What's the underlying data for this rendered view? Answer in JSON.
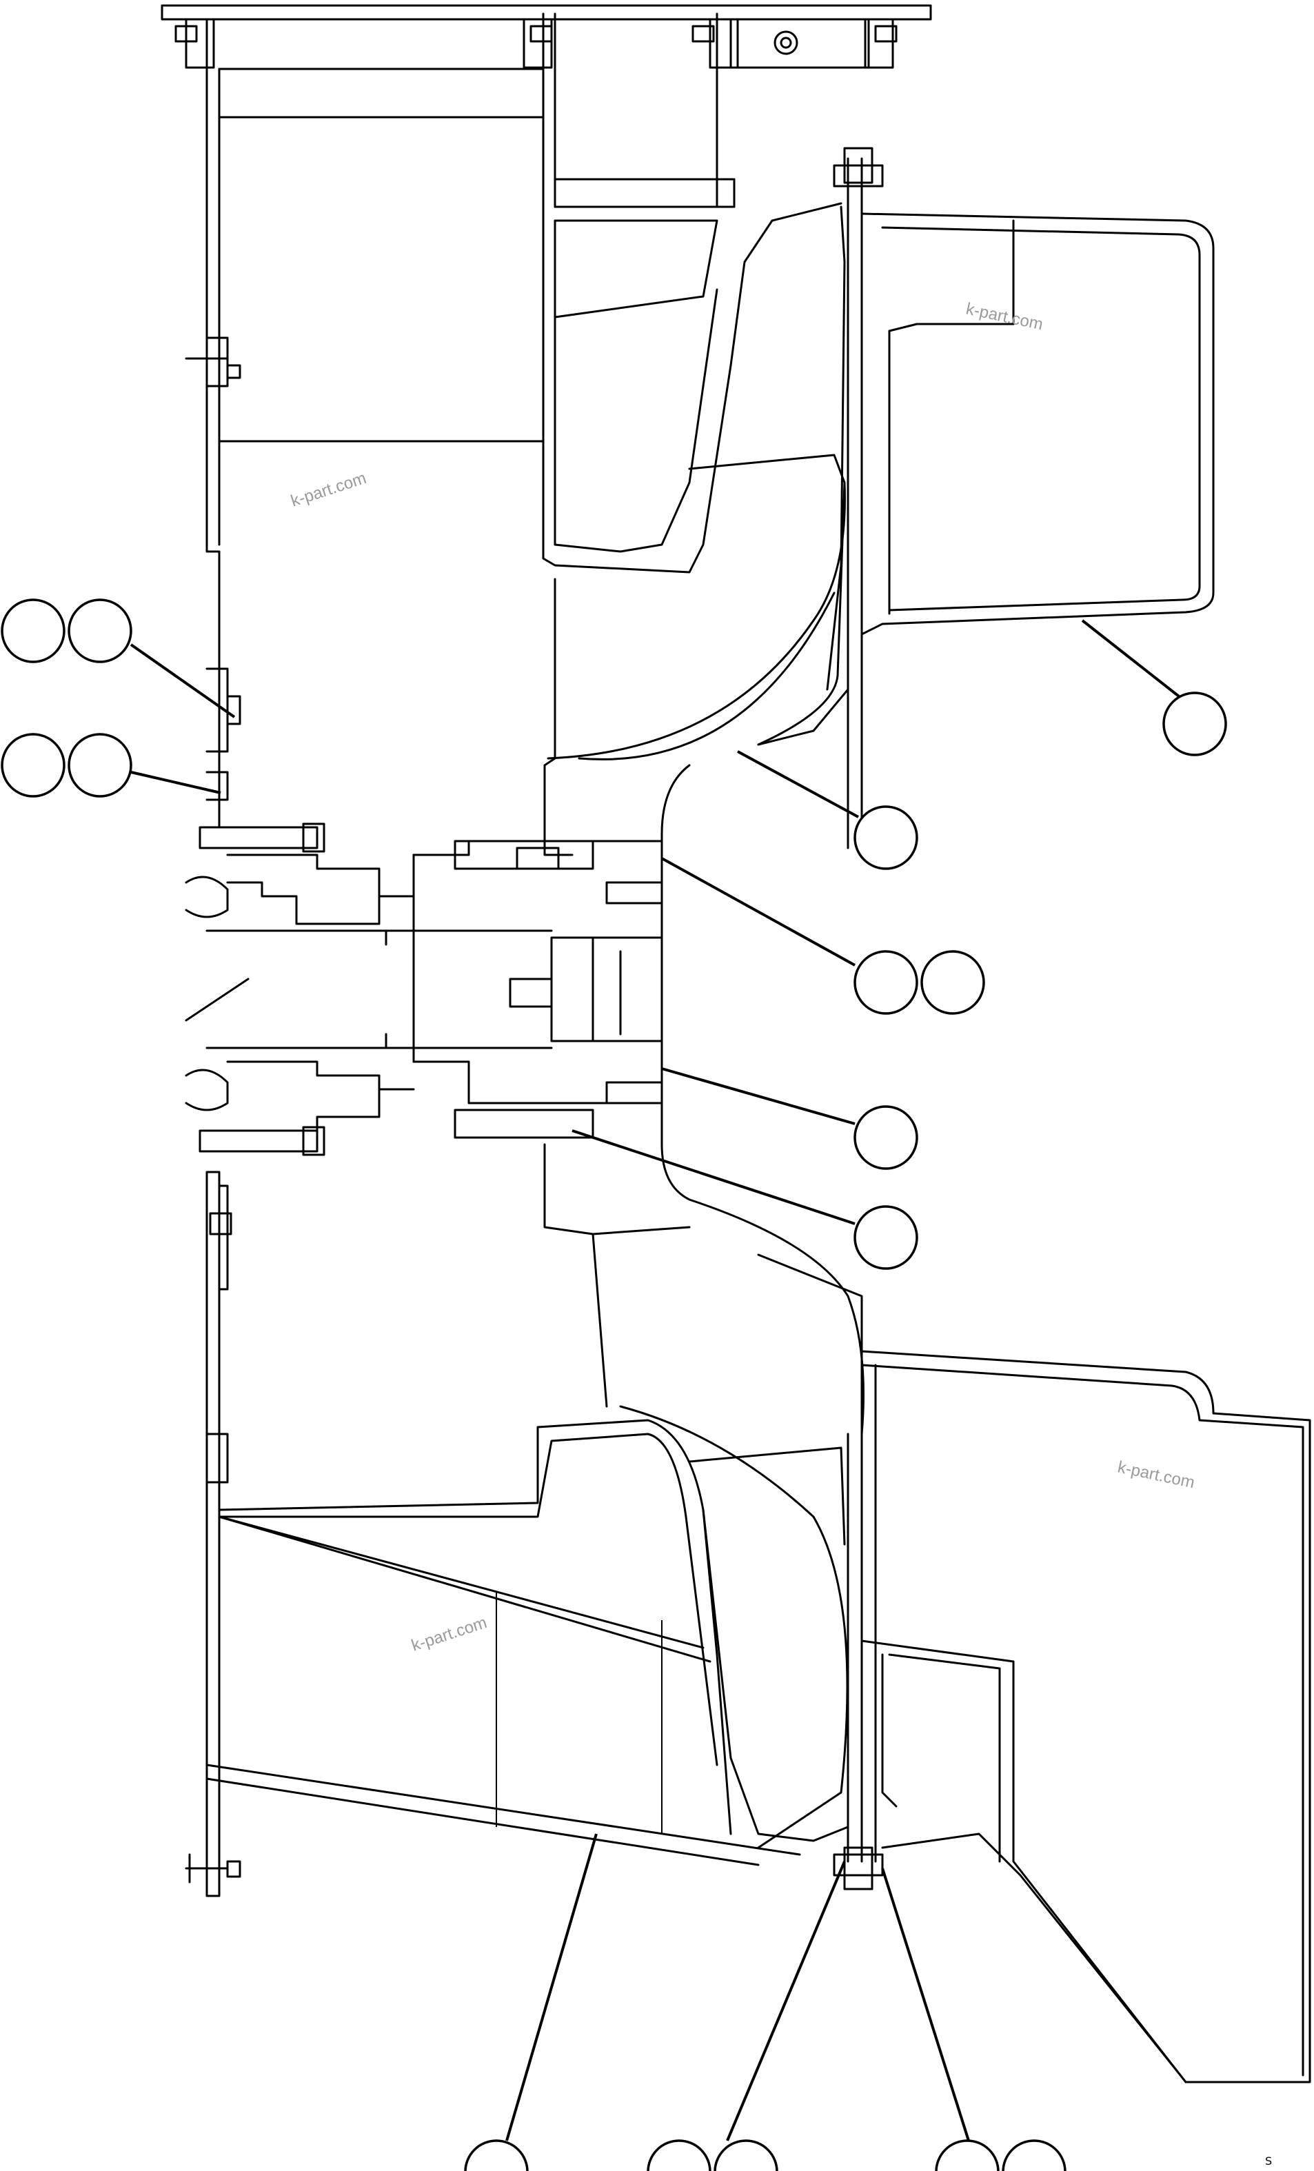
{
  "watermarks": [
    "k-part.com",
    "k-part.com",
    "k-part.com",
    "k-part.com"
  ],
  "corner_mark": "S",
  "callouts": [
    {
      "id": "callout-left-1a"
    },
    {
      "id": "callout-left-1b"
    },
    {
      "id": "callout-left-2a"
    },
    {
      "id": "callout-left-2b"
    },
    {
      "id": "callout-right-housing"
    },
    {
      "id": "callout-impeller"
    },
    {
      "id": "callout-shaft-bolt-a"
    },
    {
      "id": "callout-shaft-bolt-b"
    },
    {
      "id": "callout-shaft"
    },
    {
      "id": "callout-hub-bolt"
    },
    {
      "id": "callout-bottom-duct"
    },
    {
      "id": "callout-bottom-bolt-a"
    },
    {
      "id": "callout-bottom-bolt-b"
    },
    {
      "id": "callout-bottom-nut-a"
    },
    {
      "id": "callout-bottom-nut-b"
    }
  ]
}
